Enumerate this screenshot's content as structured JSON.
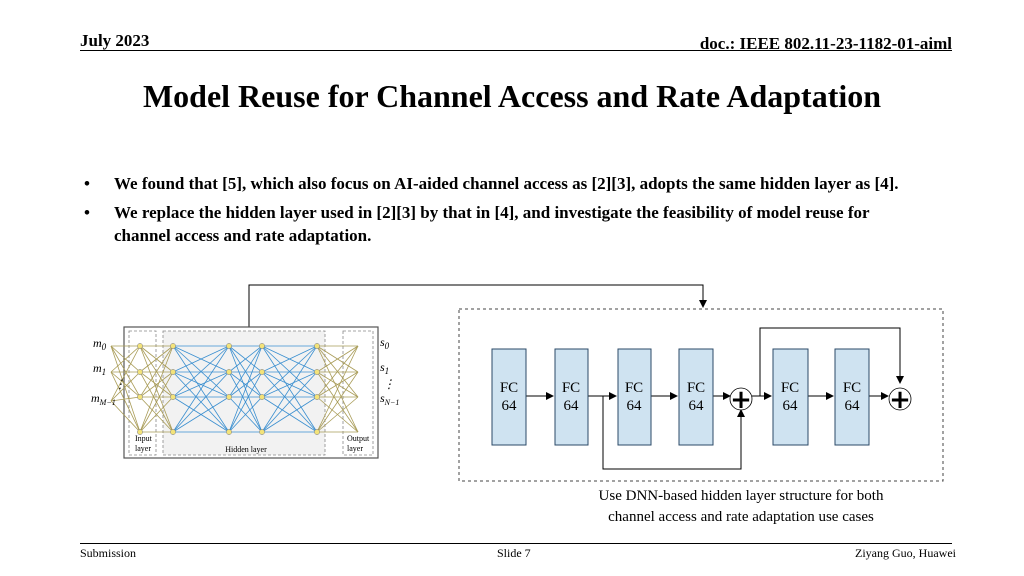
{
  "header": {
    "date": "July 2023",
    "doc": "doc.: IEEE 802.11-23-1182-01-aiml"
  },
  "title": "Model Reuse for Channel Access and Rate Adaptation",
  "bullets": [
    "We found that [5], which also focus on AI-aided channel access as [2][3], adopts the same hidden layer as [4].",
    "We replace the hidden layer used in [2][3] by that in [4], and investigate the feasibility of model reuse for channel access and rate adaptation."
  ],
  "bullet_marker": "•",
  "network": {
    "inputs": [
      "m",
      "m",
      "⋮",
      "m"
    ],
    "input_subs": [
      "0",
      "1",
      "",
      "M−1"
    ],
    "outputs": [
      "s",
      "s",
      "⋮",
      "s"
    ],
    "output_subs": [
      "0",
      "1",
      "",
      "N−1"
    ],
    "input_layer_label": [
      "Input",
      "layer"
    ],
    "hidden_layer_label": "Hidden layer",
    "output_layer_label": [
      "Output",
      "layer"
    ]
  },
  "blocks": [
    {
      "line1": "FC",
      "line2": "64"
    },
    {
      "line1": "FC",
      "line2": "64"
    },
    {
      "line1": "FC",
      "line2": "64"
    },
    {
      "line1": "FC",
      "line2": "64"
    },
    {
      "line1": "FC",
      "line2": "64"
    },
    {
      "line1": "FC",
      "line2": "64"
    }
  ],
  "plus_symbol": "+",
  "caption": [
    "Use DNN-based hidden layer structure for both",
    "channel access and rate adaptation use cases"
  ],
  "footer": {
    "left": "Submission",
    "center": "Slide 7",
    "right": "Ziyang Guo, Huawei"
  },
  "colors": {
    "block_fill": "#cfe3f1",
    "block_stroke": "#2b4a67",
    "edge_blue": "#3a8fd0",
    "edge_olive": "#a99c57",
    "node_fill": "#f3e37a"
  }
}
